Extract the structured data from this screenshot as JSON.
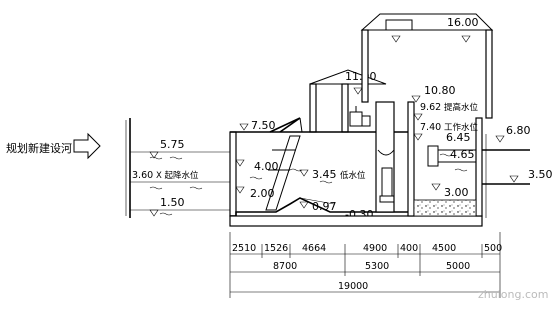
{
  "river_label": "规划新建设河",
  "levels": {
    "l_575": "5.75",
    "l_360": "3.60",
    "l_360_note": "X 起降水位",
    "l_150": "1.50",
    "l_400": "4.00",
    "l_200": "2.00",
    "l_345": "3.45",
    "l_345_note": "低水位",
    "l_097": "0.97",
    "l_030": "-0.30",
    "l_750": "7.50",
    "l_1100": "11.00",
    "l_1600": "16.00",
    "l_1080": "10.80",
    "l_962": "9.62",
    "l_962_note": "提高水位",
    "l_740": "7.40",
    "l_740_note": "工作水位",
    "l_645": "6.45",
    "l_465": "4.65",
    "l_300": "3.00",
    "l_680": "6.80",
    "l_350": "3.50"
  },
  "dims_row1": [
    "2510",
    "1526",
    "4664",
    "4900",
    "400",
    "4500",
    "500"
  ],
  "dims_row2": [
    "8700",
    "5300",
    "5000"
  ],
  "dims_total": "19000",
  "watermark": "zhulong.com"
}
